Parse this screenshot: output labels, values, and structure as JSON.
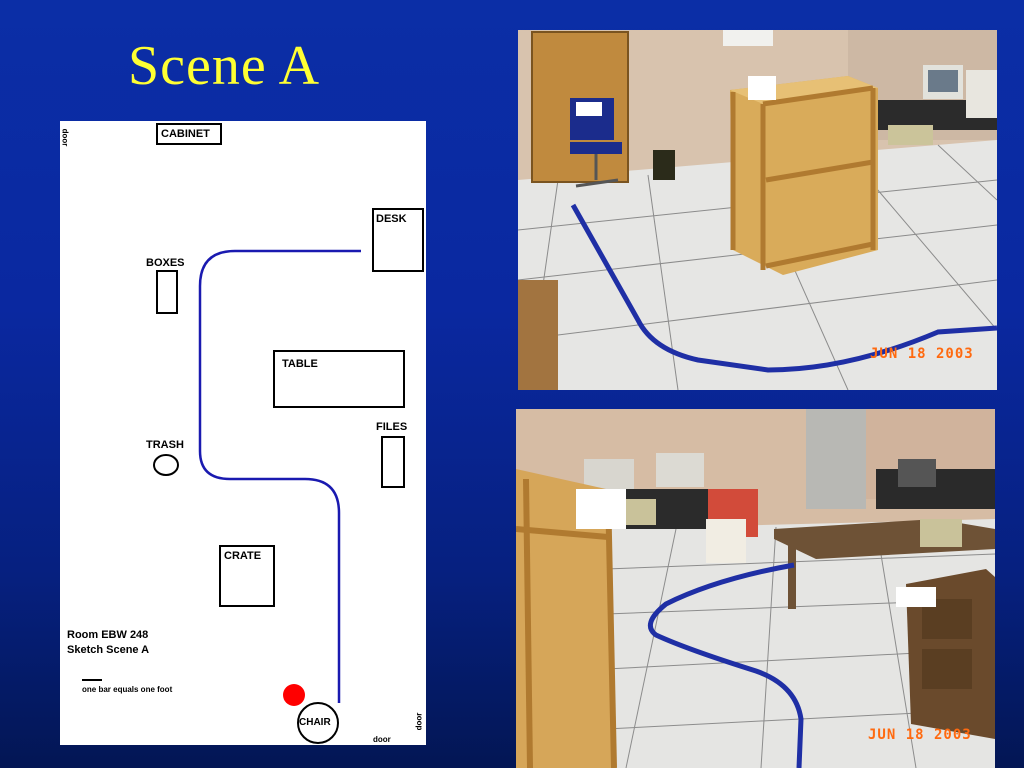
{
  "slide": {
    "title": "Scene A"
  },
  "sketch": {
    "labels": {
      "cabinet": "CABINET",
      "desk": "DESK",
      "boxes": "BOXES",
      "table": "TABLE",
      "trash": "TRASH",
      "files": "FILES",
      "crate": "CRATE",
      "chair": "CHAIR"
    },
    "door_top": "door",
    "door_bottom": "door",
    "door_right": "door",
    "caption_line1": "Room EBW 248",
    "caption_line2": "Sketch Scene A",
    "scale_note": "one bar equals one foot"
  },
  "photos": {
    "top_date": "JUN 18 2003",
    "bottom_date": "JUN 18 2003"
  },
  "colors": {
    "title": "#ffff33",
    "path": "#1a1ab0",
    "marker": "#ff0000",
    "date_stamp": "#ff6a10"
  }
}
